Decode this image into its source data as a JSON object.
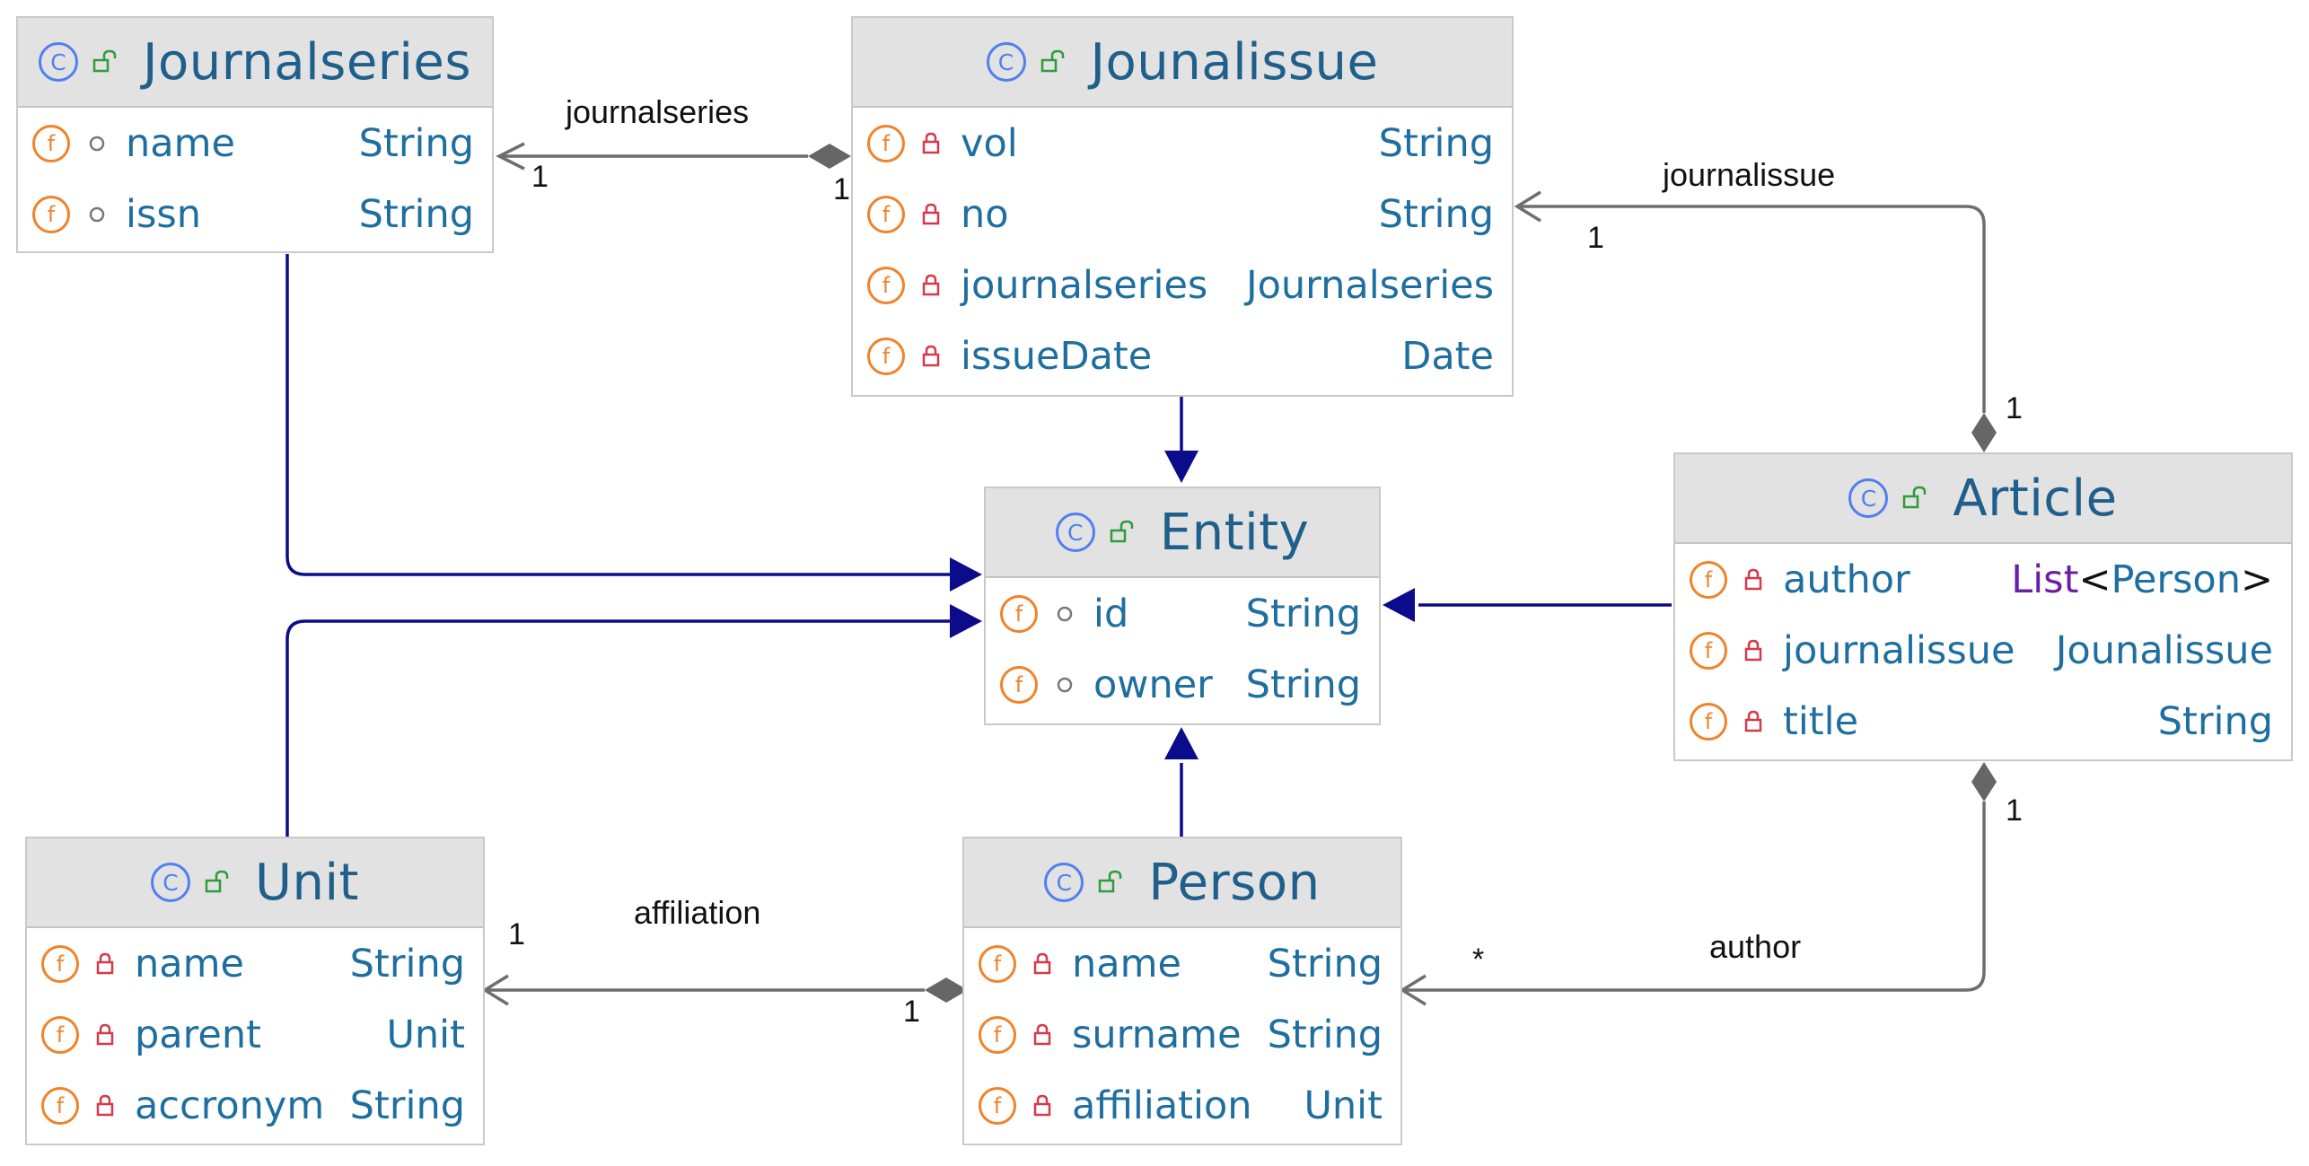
{
  "colors": {
    "class_badge": "#4f7ff0",
    "field_badge": "#f0832a",
    "private_lock": "#d43a4a",
    "public_lock": "#2e9c3a",
    "inheritance_arrow": "#0b0b8c",
    "association_line": "#707070",
    "text_blue": "#1f6ea0"
  },
  "classes": {
    "journalseries": {
      "name": "Journalseries",
      "fields": [
        {
          "name": "name",
          "type": "String",
          "visibility": "package"
        },
        {
          "name": "issn",
          "type": "String",
          "visibility": "package"
        }
      ]
    },
    "jounalissue": {
      "name": "Jounalissue",
      "fields": [
        {
          "name": "vol",
          "type": "String",
          "visibility": "private"
        },
        {
          "name": "no",
          "type": "String",
          "visibility": "private"
        },
        {
          "name": "journalseries",
          "type": "Journalseries",
          "visibility": "private"
        },
        {
          "name": "issueDate",
          "type": "Date",
          "visibility": "private"
        }
      ]
    },
    "entity": {
      "name": "Entity",
      "fields": [
        {
          "name": "id",
          "type": "String",
          "visibility": "package"
        },
        {
          "name": "owner",
          "type": "String",
          "visibility": "package"
        }
      ]
    },
    "article": {
      "name": "Article",
      "fields": [
        {
          "name": "author",
          "type_base": "List",
          "type_open": "<",
          "type_param": "Person",
          "type_close": ">",
          "visibility": "private"
        },
        {
          "name": "journalissue",
          "type": "Jounalissue",
          "visibility": "private"
        },
        {
          "name": "title",
          "type": "String",
          "visibility": "private"
        }
      ]
    },
    "unit": {
      "name": "Unit",
      "fields": [
        {
          "name": "name",
          "type": "String",
          "visibility": "private"
        },
        {
          "name": "parent",
          "type": "Unit",
          "visibility": "private"
        },
        {
          "name": "accronym",
          "type": "String",
          "visibility": "private"
        }
      ]
    },
    "person": {
      "name": "Person",
      "fields": [
        {
          "name": "name",
          "type": "String",
          "visibility": "private"
        },
        {
          "name": "surname",
          "type": "String",
          "visibility": "private"
        },
        {
          "name": "affiliation",
          "type": "Unit",
          "visibility": "private"
        }
      ]
    }
  },
  "associations": {
    "journalseries": {
      "label": "journalseries",
      "target_mult": "1",
      "source_mult": "1"
    },
    "journalissue": {
      "label": "journalissue",
      "target_mult": "1",
      "source_mult": "1"
    },
    "affiliation": {
      "label": "affiliation",
      "target_mult": "1",
      "source_mult": "1"
    },
    "author": {
      "label": "author",
      "target_mult": "*",
      "source_mult": "1"
    }
  }
}
